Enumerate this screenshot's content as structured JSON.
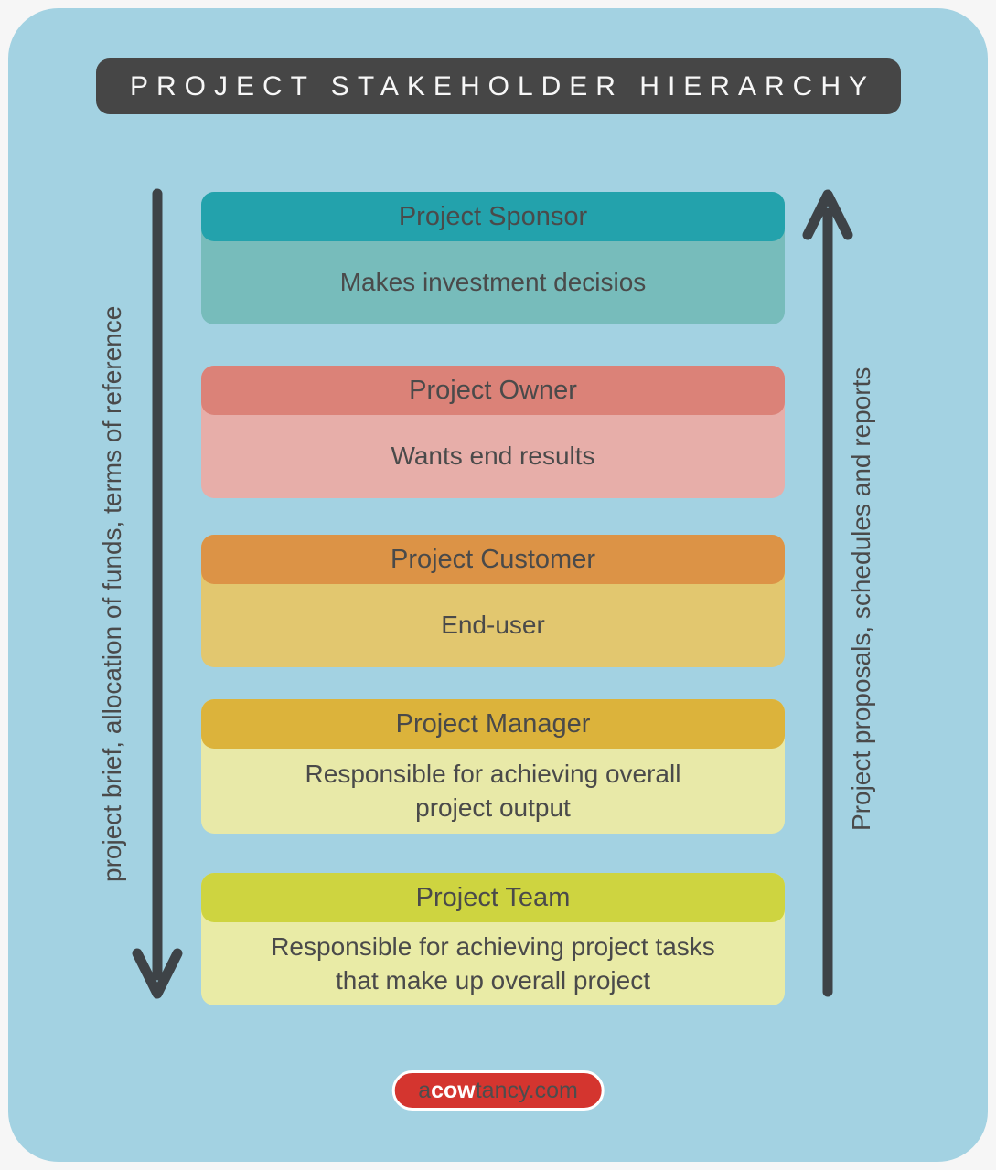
{
  "title": "PROJECT STAKEHOLDER HIERARCHY",
  "left_arrow_label": "project brief, allocation of funds, terms of reference",
  "right_arrow_label": "Project proposals, schedules and reports",
  "levels": [
    {
      "name": "Project Sponsor",
      "description": "Makes investment decisios",
      "header_color": "#23a2ac",
      "body_color": "#77bcbb"
    },
    {
      "name": "Project Owner",
      "description": "Wants end results",
      "header_color": "#db8278",
      "body_color": "#e7aea9"
    },
    {
      "name": "Project Customer",
      "description": "End-user",
      "header_color": "#dc9346",
      "body_color": "#e2c76f"
    },
    {
      "name": "Project Manager",
      "description": "Responsible for achieving overall\nproject output",
      "header_color": "#dcb33b",
      "body_color": "#e8e9a8"
    },
    {
      "name": "Project Team",
      "description": "Responsible for achieving project tasks\nthat make up overall project",
      "header_color": "#ced440",
      "body_color": "#e9eba6"
    }
  ],
  "logo": {
    "prefix": "a",
    "bold": "cow",
    "suffix": "tancy.com",
    "pill_color": "#d4352f"
  },
  "colors": {
    "background": "#f6f6f6",
    "panel": "#a3d2e2",
    "title_bar": "#464646",
    "arrow": "#3e4347",
    "text": "#4a4a4a"
  }
}
